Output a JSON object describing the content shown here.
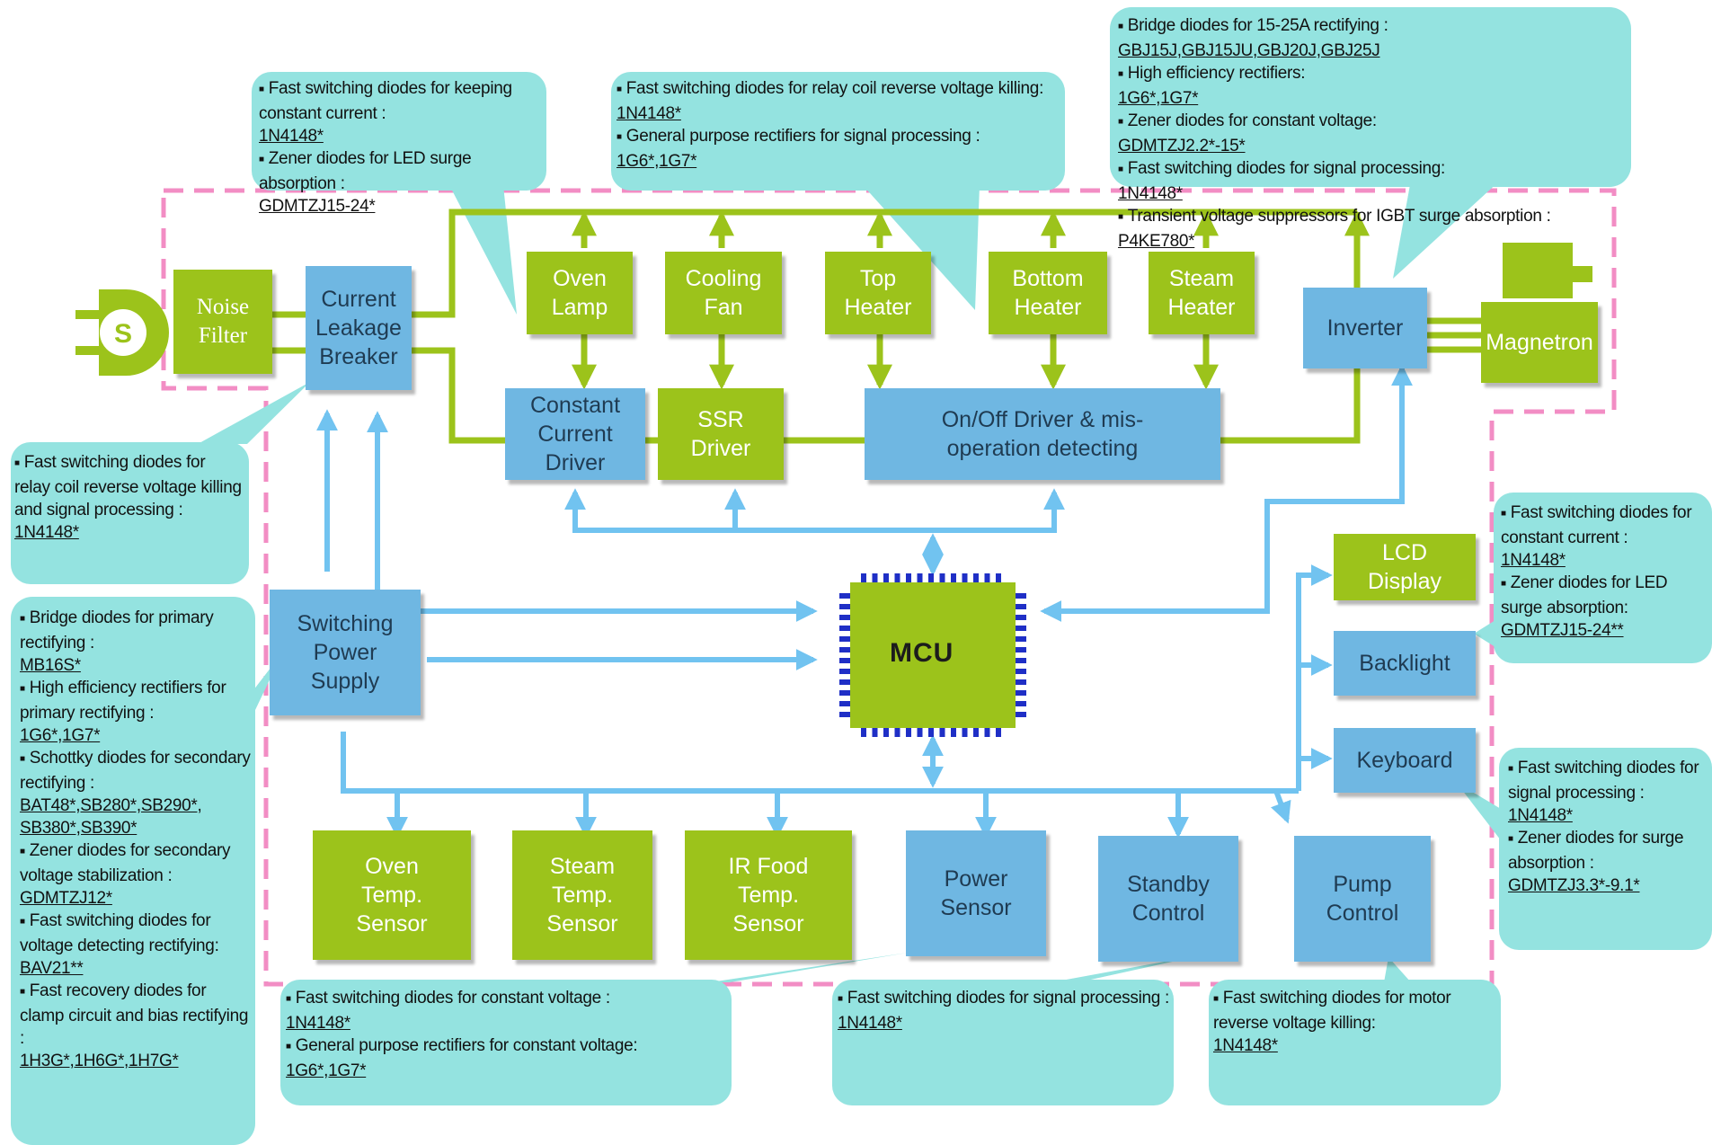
{
  "colors": {
    "green_block": "#9cc31b",
    "blue_block": "#6fb7e2",
    "callout": "#94e3e0",
    "boundary": "#f28dc4",
    "green_line": "#9cc31b",
    "blue_line": "#71c3f0"
  },
  "blocks": {
    "noise_filter": "Noise\nFilter",
    "breaker": "Current\nLeakage\nBreaker",
    "oven_lamp": "Oven\nLamp",
    "cooling_fan": "Cooling\nFan",
    "top_heater": "Top\nHeater",
    "bottom_heater": "Bottom\nHeater",
    "steam_heater": "Steam\nHeater",
    "inverter": "Inverter",
    "magnetron": "Magnetron",
    "const_driver": "Constant\nCurrent\nDriver",
    "ssr_driver": "SSR\nDriver",
    "onoff_driver": "On/Off  Driver & mis-\noperation detecting",
    "mcu": "MCU",
    "switching_ps": "Switching\nPower\nSupply",
    "lcd": "LCD\nDisplay",
    "backlight": "Backlight",
    "keyboard": "Keyboard",
    "oven_temp": "Oven\nTemp.\nSensor",
    "steam_temp": "Steam\nTemp.\nSensor",
    "ir_food": "IR Food\nTemp.\nSensor",
    "power_sensor": "Power\nSensor",
    "standby": "Standby\nControl",
    "pump": "Pump\nControl"
  },
  "notes": {
    "breaker_top": [
      {
        "text": "Fast switching diodes for keeping constant current :",
        "link": "1N4148*"
      },
      {
        "text": "Zener diodes for LED surge absorption :",
        "link": "GDMTZJ15-24*"
      }
    ],
    "relay": [
      {
        "text": "Fast switching diodes for relay coil reverse voltage killing:",
        "link": "1N4148*"
      },
      {
        "text": "General purpose rectifiers for signal processing :",
        "link": "1G6*,1G7*"
      }
    ],
    "inverter": [
      {
        "text": "Bridge diodes for 15-25A rectifying :",
        "link": "GBJ15J,GBJ15JU,GBJ20J,GBJ25J"
      },
      {
        "text": "High efficiency rectifiers:",
        "link": "1G6*,1G7*"
      },
      {
        "text": "Zener diodes for constant voltage:",
        "link": "GDMTZJ2.2*-15*"
      },
      {
        "text": "Fast switching diodes for signal processing:",
        "link": "1N4148*"
      },
      {
        "text": "Transient voltage suppressors for IGBT surge absorption :",
        "link": "P4KE780*"
      }
    ],
    "left_top": [
      {
        "text": "Fast switching diodes for relay coil reverse voltage killing and signal processing :",
        "link": "1N4148*"
      }
    ],
    "left_bottom": [
      {
        "text": "Bridge diodes for primary rectifying :",
        "link": "MB16S*"
      },
      {
        "text": "High efficiency rectifiers for primary rectifying :",
        "link": "1G6*,1G7*"
      },
      {
        "text": "Schottky diodes for secondary rectifying :",
        "link": "BAT48*,SB280*,SB290*,\nSB380*,SB390*"
      },
      {
        "text": "Zener diodes for secondary voltage stabilization :",
        "link": "GDMTZJ12*"
      },
      {
        "text": "Fast switching diodes for voltage detecting rectifying:",
        "link": "BAV21**"
      },
      {
        "text": "Fast recovery diodes for clamp circuit and bias rectifying :",
        "link": "1H3G*,1H6G*,1H7G*"
      }
    ],
    "right_top": [
      {
        "text": "Fast switching diodes for constant current :",
        "link": "1N4148*"
      },
      {
        "text": "Zener diodes for LED surge absorption:",
        "link": "GDMTZJ15-24**"
      }
    ],
    "right_bottom": [
      {
        "text": "Fast switching diodes for signal processing :",
        "link": "1N4148*"
      },
      {
        "text": "Zener diodes for surge absorption :",
        "link": "GDMTZJ3.3*-9.1*"
      }
    ],
    "bottom_1": [
      {
        "text": "Fast switching diodes for constant voltage :",
        "link": "1N4148*"
      },
      {
        "text": "General purpose rectifiers for constant voltage:",
        "link": "1G6*,1G7*"
      }
    ],
    "bottom_2": [
      {
        "text": "Fast switching diodes for signal processing :",
        "link": "1N4148*"
      }
    ],
    "bottom_3": [
      {
        "text": "Fast switching diodes for motor reverse voltage killing:",
        "link": "1N4148*"
      }
    ]
  }
}
